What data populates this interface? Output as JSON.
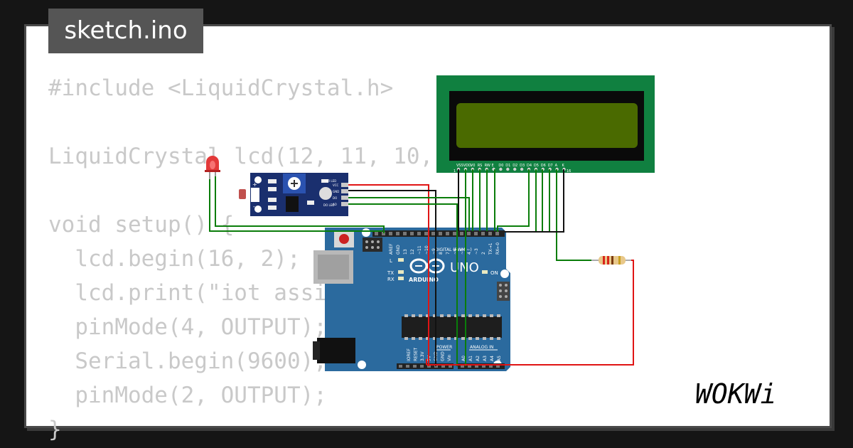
{
  "file_tab": {
    "label": "sketch.ino"
  },
  "code_lines": [
    "#include <LiquidCrystal.h>",
    "",
    "LiquidCrystal lcd(12, 11, 10, 9, 8, 7);",
    "",
    "void setup() {",
    "  lcd.begin(16, 2);",
    "  lcd.print(\"iot assignment\");",
    "  pinMode(4, OUTPUT);",
    "  Serial.begin(9600);",
    "  pinMode(2, OUTPUT);",
    "}"
  ],
  "lcd": {
    "pin_labels": [
      "VSS",
      "VDD",
      "V0",
      "RS",
      "RW",
      "E",
      "D0",
      "D1",
      "D2",
      "D3",
      "D4",
      "D5",
      "D6",
      "D7",
      "A",
      "K"
    ],
    "pin_start": "1",
    "pin_end": "16"
  },
  "sensor_module": {
    "pin_labels": [
      "VCC",
      "GND",
      "DO",
      "AO"
    ],
    "led_labels": [
      "PWR LED",
      "DO LED"
    ]
  },
  "arduino": {
    "model_label": "UNO",
    "brand_label": "ARDUINO",
    "digital_header_label": "DIGITAL (PWM ~)",
    "digital_pins": [
      "AREF",
      "GND",
      "13",
      "12",
      "~11",
      "~10",
      "~9",
      "8",
      "7",
      "~6",
      "~5",
      "4",
      "~3",
      "2",
      "TX→1",
      "RX←0"
    ],
    "led_l": "L",
    "led_tx": "TX",
    "led_rx": "RX",
    "led_on": "ON",
    "power_header_label": "POWER",
    "analog_header_label": "ANALOG IN",
    "power_pins": [
      "IOREF",
      "RESET",
      "3.3V",
      "5V",
      "GND",
      "GND",
      "Vin"
    ],
    "analog_pins": [
      "A0",
      "A1",
      "A2",
      "A3",
      "A4",
      "A5"
    ]
  },
  "colors": {
    "wire_green": "#0a7d0a",
    "wire_red": "#e01414",
    "wire_black": "#111111",
    "board_blue": "#2b6a9e",
    "lcd_green": "#108040",
    "lcd_screen": "#4a6a00"
  },
  "logo": {
    "text": "WOKWi"
  }
}
